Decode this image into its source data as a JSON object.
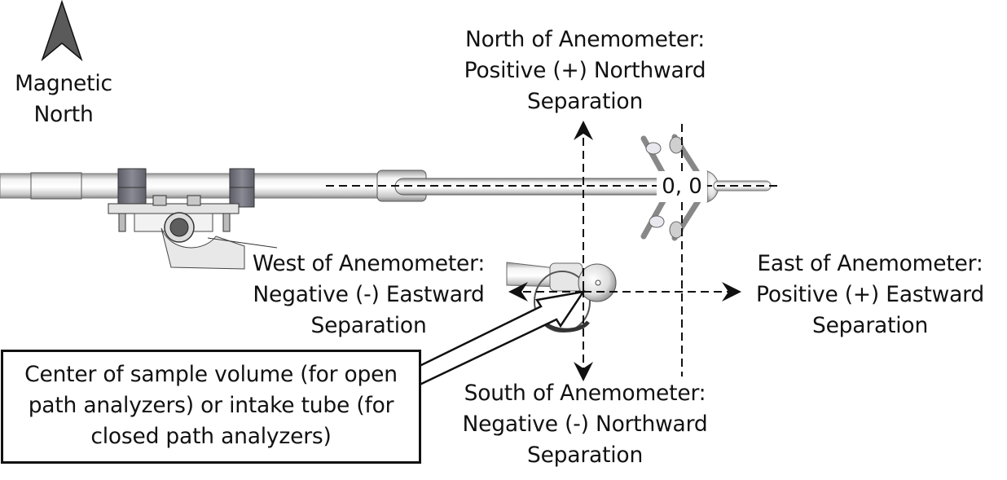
{
  "diagram": {
    "title": "",
    "compass": {
      "icon": "north-arrow-icon",
      "label_lines": [
        "Magnetic",
        "North"
      ],
      "fill_color": "#5a5a5a"
    },
    "origin_label": "0, 0",
    "directions": {
      "north": {
        "lines": [
          "North of Anemometer:",
          "Positive (+) Northward",
          "Separation"
        ],
        "arrow": "arrow-up-icon"
      },
      "south": {
        "lines": [
          "South of Anemometer:",
          "Negative (-) Northward",
          "Separation"
        ],
        "arrow": "arrow-down-icon"
      },
      "west": {
        "lines": [
          "West of Anemometer:",
          "Negative (-) Eastward",
          "Separation"
        ],
        "arrow": "arrow-left-icon"
      },
      "east": {
        "lines": [
          "East of Anemometer:",
          "Positive (+) Eastward",
          "Separation"
        ],
        "arrow": "arrow-right-icon"
      }
    },
    "callout": {
      "lines": [
        "Center of sample volume (for open",
        "path analyzers) or intake tube (for",
        "closed path analyzers)"
      ]
    },
    "components": [
      "mounting-boom",
      "mounting-clamp",
      "sonic-anemometer",
      "gas-analyzer-head"
    ],
    "colors": {
      "line": "#111111",
      "metal_light": "#f2f2f2",
      "metal_dark": "#6b6b6b",
      "background": "#ffffff"
    }
  }
}
